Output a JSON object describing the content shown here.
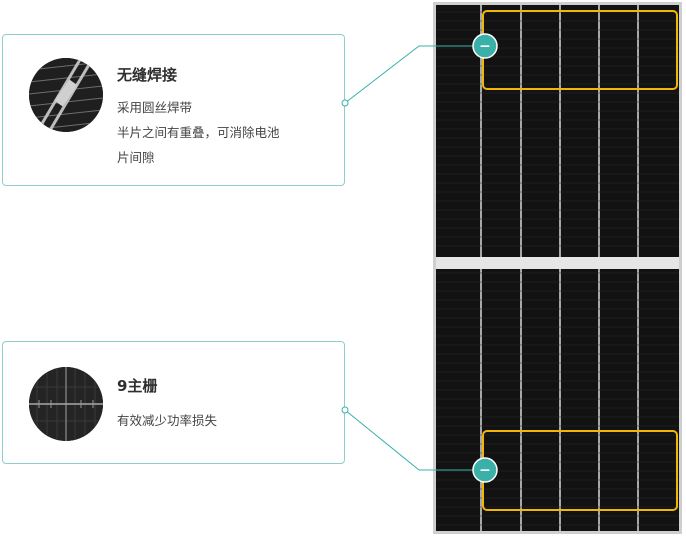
{
  "features": [
    {
      "title": "无缝焊接",
      "lines": [
        "采用圆丝焊带",
        "半片之间有重叠，可消除电池",
        "片间隙"
      ],
      "thumb_icon": "ribbon-weld-closeup-icon"
    },
    {
      "title": "9主栅",
      "lines": [
        "有效减少功率损失"
      ],
      "thumb_icon": "busbar-cell-closeup-icon"
    }
  ],
  "colors": {
    "accent": "#3ab0a9",
    "highlight": "#f2b705",
    "panel": "#141414",
    "frame": "#c8c8c8",
    "card_border": "#8fcfcb"
  },
  "markers": [
    {
      "symbol": "−"
    },
    {
      "symbol": "−"
    }
  ]
}
